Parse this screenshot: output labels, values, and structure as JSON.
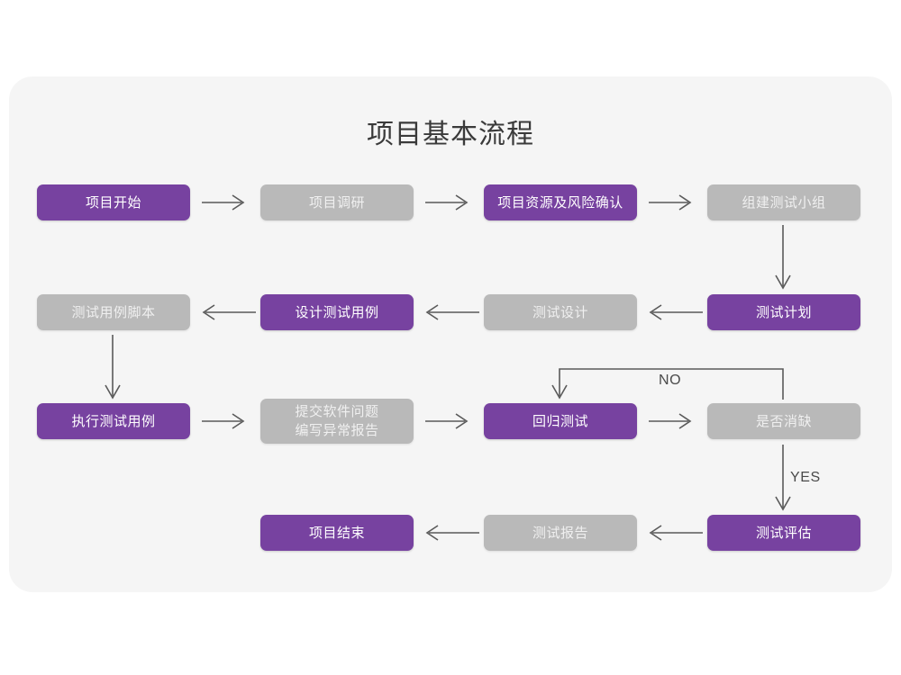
{
  "card": {
    "background_color": "#f5f5f5",
    "page_background_color": "#ffffff"
  },
  "title": "项目基本流程",
  "colors": {
    "purple": "#7742a0",
    "gray": "#b9b9b9",
    "connector": "#5a5a5a",
    "title_text": "#3a3a3a"
  },
  "nodes": [
    {
      "id": "n1",
      "label": "项目开始",
      "style": "purple",
      "row": 1,
      "col": 1
    },
    {
      "id": "n2",
      "label": "项目调研",
      "style": "gray",
      "row": 1,
      "col": 2
    },
    {
      "id": "n3",
      "label": "项目资源及风险确认",
      "style": "purple",
      "row": 1,
      "col": 3
    },
    {
      "id": "n4",
      "label": "组建测试小组",
      "style": "gray",
      "row": 1,
      "col": 4
    },
    {
      "id": "n5",
      "label": "测试用例脚本",
      "style": "gray",
      "row": 2,
      "col": 1
    },
    {
      "id": "n6",
      "label": "设计测试用例",
      "style": "purple",
      "row": 2,
      "col": 2
    },
    {
      "id": "n7",
      "label": "测试设计",
      "style": "gray",
      "row": 2,
      "col": 3
    },
    {
      "id": "n8",
      "label": "测试计划",
      "style": "purple",
      "row": 2,
      "col": 4
    },
    {
      "id": "n9",
      "label": "执行测试用例",
      "style": "purple",
      "row": 3,
      "col": 1
    },
    {
      "id": "n10",
      "label": "提交软件问题\n编写异常报告",
      "style": "gray",
      "row": 3,
      "col": 2
    },
    {
      "id": "n11",
      "label": "回归测试",
      "style": "purple",
      "row": 3,
      "col": 3
    },
    {
      "id": "n12",
      "label": "是否消缺",
      "style": "gray",
      "row": 3,
      "col": 4
    },
    {
      "id": "n13",
      "label": "项目结束",
      "style": "purple",
      "row": 4,
      "col": 2
    },
    {
      "id": "n14",
      "label": "测试报告",
      "style": "gray",
      "row": 4,
      "col": 3
    },
    {
      "id": "n15",
      "label": "测试评估",
      "style": "purple",
      "row": 4,
      "col": 4
    }
  ],
  "edges": [
    {
      "id": "e1",
      "from": "n1",
      "to": "n2",
      "direction": "right",
      "label": ""
    },
    {
      "id": "e2",
      "from": "n2",
      "to": "n3",
      "direction": "right",
      "label": ""
    },
    {
      "id": "e3",
      "from": "n3",
      "to": "n4",
      "direction": "right",
      "label": ""
    },
    {
      "id": "e4",
      "from": "n4",
      "to": "n8",
      "direction": "down",
      "label": ""
    },
    {
      "id": "e5",
      "from": "n8",
      "to": "n7",
      "direction": "left",
      "label": ""
    },
    {
      "id": "e6",
      "from": "n7",
      "to": "n6",
      "direction": "left",
      "label": ""
    },
    {
      "id": "e7",
      "from": "n6",
      "to": "n5",
      "direction": "left",
      "label": ""
    },
    {
      "id": "e8",
      "from": "n5",
      "to": "n9",
      "direction": "down",
      "label": ""
    },
    {
      "id": "e9",
      "from": "n9",
      "to": "n10",
      "direction": "right",
      "label": ""
    },
    {
      "id": "e10",
      "from": "n10",
      "to": "n11",
      "direction": "right",
      "label": ""
    },
    {
      "id": "e11",
      "from": "n11",
      "to": "n12",
      "direction": "right",
      "label": ""
    },
    {
      "id": "e12",
      "from": "n12",
      "to": "n11",
      "direction": "loop-up-over-down",
      "label": "NO"
    },
    {
      "id": "e13",
      "from": "n12",
      "to": "n15",
      "direction": "down",
      "label": "YES"
    },
    {
      "id": "e14",
      "from": "n15",
      "to": "n14",
      "direction": "left",
      "label": ""
    },
    {
      "id": "e15",
      "from": "n14",
      "to": "n13",
      "direction": "left",
      "label": ""
    }
  ],
  "edge_labels": {
    "no": "NO",
    "yes": "YES"
  }
}
